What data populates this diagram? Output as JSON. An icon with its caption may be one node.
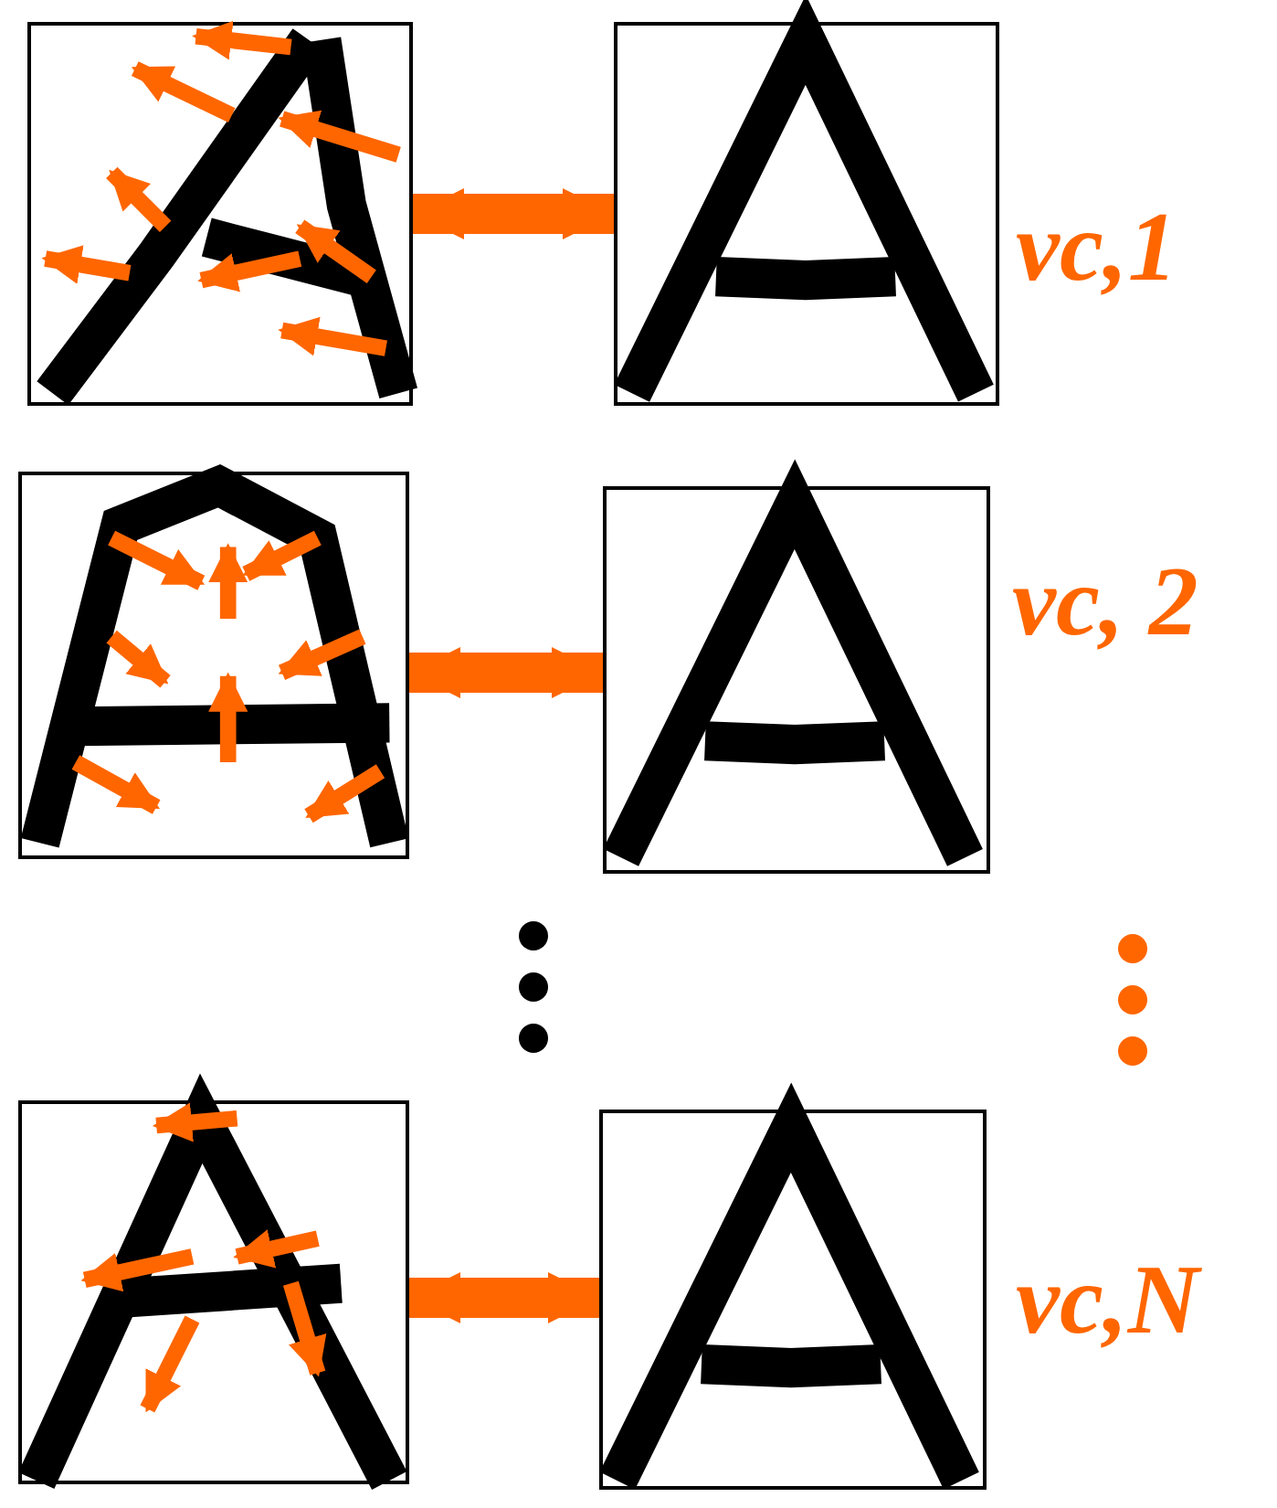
{
  "diagram": {
    "nodes": [
      {
        "text": [],
        "shape": "picture"
      },
      {
        "text": [],
        "shape": "picture",
        "beside": [
          "vc,1"
        ]
      },
      {
        "text": [],
        "shape": "picture"
      },
      {
        "text": [],
        "shape": "picture",
        "beside": [
          "vc, 2"
        ]
      },
      {
        "text": [],
        "shape": "picture"
      },
      {
        "text": [],
        "shape": "picture",
        "beside": [
          "vc,N"
        ]
      }
    ],
    "edges": [
      {
        "from": 0,
        "to": 1,
        "arrow": "both"
      },
      {
        "from": 2,
        "to": 3,
        "arrow": "both"
      },
      {
        "from": 4,
        "to": 5,
        "arrow": "both"
      }
    ]
  }
}
